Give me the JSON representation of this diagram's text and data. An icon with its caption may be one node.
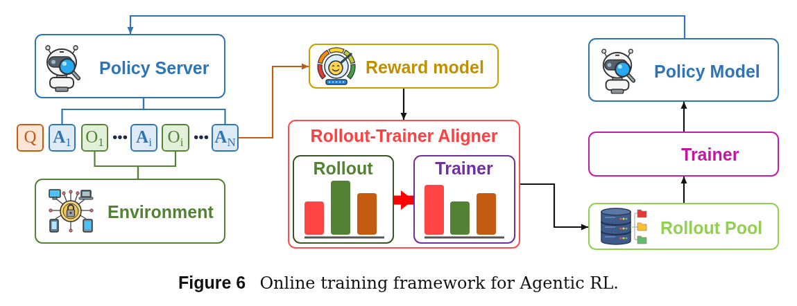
{
  "diagram": {
    "caption": "**Figure 6** Online training framework for Agentic RL.",
    "nodes": [
      {
        "text": [
          "Policy Server"
        ]
      },
      {
        "text": [
          "Q"
        ]
      },
      {
        "text": [
          "**A**$_{1}$"
        ]
      },
      {
        "text": [
          "O$_{1}$"
        ]
      },
      {
        "text": [
          "**A**$_{i}$"
        ]
      },
      {
        "text": [
          "O$_{i}$"
        ]
      },
      {
        "text": [
          "**A**$_{N}$"
        ]
      },
      {
        "text": [
          "Environment"
        ]
      },
      {
        "text": [
          "Reward model"
        ]
      },
      {
        "text": [
          "Rollout-Trainer Aligner"
        ]
      },
      {
        "text": [
          "Rollout"
        ],
        "in": 9
      },
      {
        "text": [
          "Trainer"
        ],
        "in": 9
      },
      {
        "text": [
          "Policy Model"
        ]
      },
      {
        "text": [
          "Trainer"
        ]
      },
      {
        "text": [
          "Rollout Pool"
        ]
      }
    ],
    "edges": [
      {
        "from": 12,
        "to": 0,
        "arrow": "to",
        "color": "#2e75b6"
      },
      {
        "from": 0,
        "to": 2,
        "arrow": "none",
        "color": "#2e75b6"
      },
      {
        "from": 0,
        "to": 6,
        "arrow": "none",
        "color": "#2e75b6"
      },
      {
        "from": 7,
        "to": 3,
        "arrow": "none",
        "color": "#548235"
      },
      {
        "from": 7,
        "to": 5,
        "arrow": "none",
        "color": "#548235"
      },
      {
        "from": 6,
        "to": 8,
        "arrow": "to",
        "color": "#c55a11"
      },
      {
        "from": 8,
        "to": 9,
        "arrow": "to"
      },
      {
        "from": 10,
        "to": 11,
        "arrow": "to",
        "style": "thick",
        "color": "#ff0000"
      },
      {
        "from": 9,
        "to": 14,
        "arrow": "to"
      },
      {
        "from": 14,
        "to": 13,
        "arrow": "to"
      },
      {
        "from": 13,
        "to": 12,
        "arrow": "to"
      }
    ],
    "labels": [
      "•••",
      "•••"
    ]
  }
}
